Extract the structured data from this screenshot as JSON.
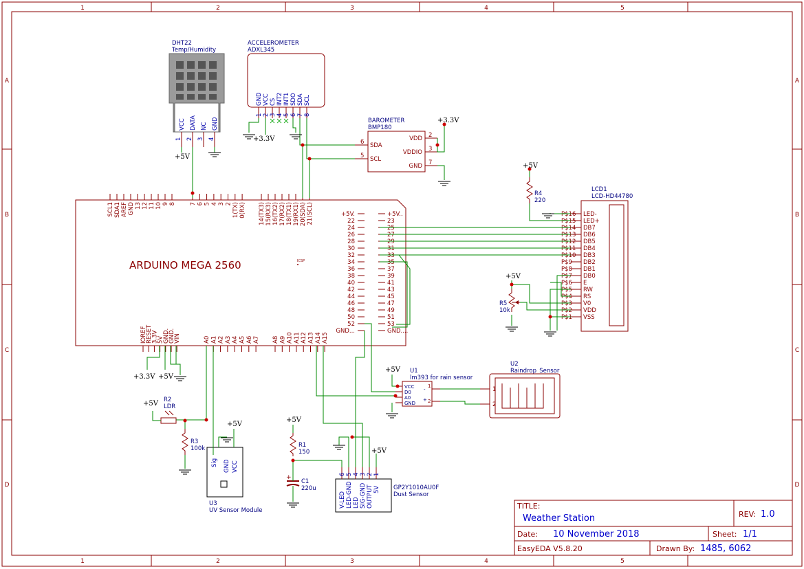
{
  "frame": {
    "columns": [
      "1",
      "2",
      "3",
      "4",
      "5"
    ],
    "rows": [
      "A",
      "B",
      "C",
      "D"
    ]
  },
  "title_block": {
    "title_label": "TITLE:",
    "title": "Weather Station",
    "rev_label": "REV:",
    "rev": "1.0",
    "date_label": "Date:",
    "date": "10 November 2018",
    "sheet_label": "Sheet:",
    "sheet": "1/1",
    "software": "EasyEDA V5.8.20",
    "drawn_label": "Drawn By:",
    "drawn_by": "1485, 6062"
  },
  "arduino": {
    "name": "ARDUINO MEGA 2560",
    "icsp": "ICSP",
    "top_pins_left": [
      "SCL1",
      "SDA1",
      "AREF",
      "GND",
      "13",
      "12",
      "11",
      "10",
      "9",
      "8"
    ],
    "top_pins_mid": [
      "7",
      "6",
      "5",
      "4",
      "3",
      "2",
      "1(TX)",
      "0(RX)"
    ],
    "top_pins_right": [
      "14(TX3)",
      "15(RX3)",
      "16(TX2)",
      "17(RX2)",
      "18(TX1)",
      "19(RX1)",
      "20(SDA)",
      "21(SCL)"
    ],
    "bottom_pins_power": [
      "IOREF",
      "RESET",
      "3.3V",
      "5V",
      "GND.",
      "GND.",
      "VIN"
    ],
    "bottom_pins_analog_a": [
      "A0",
      "A1",
      "A2",
      "A3",
      "A4",
      "A5",
      "A6",
      "A7"
    ],
    "bottom_pins_analog_b": [
      "A8",
      "A9",
      "A10",
      "A11",
      "A12",
      "A13",
      "A14",
      "A15"
    ],
    "right_pins_left": [
      "+5V.",
      "22",
      "24",
      "26",
      "28",
      "30",
      "32",
      "34",
      "36",
      "38",
      "40",
      "42",
      "44",
      "46",
      "48",
      "50",
      "52",
      "GND..."
    ],
    "right_pins_right": [
      "+5V..",
      "23",
      "25",
      "27",
      "29",
      "31",
      "33",
      "35",
      "37",
      "39",
      "41",
      "43",
      "45",
      "47",
      "49",
      "51",
      "53",
      "GND...."
    ]
  },
  "dht22": {
    "name": "DHT22",
    "value": "Temp/Humidity",
    "pins": [
      "VCC",
      "DATA",
      "NC",
      "GND"
    ],
    "nums": [
      "1",
      "2",
      "3",
      "4"
    ]
  },
  "accel": {
    "name": "ACCELEROMETER",
    "value": "ADXL345",
    "pins": [
      "GND",
      "VCC",
      "CS",
      "INT2",
      "INT1",
      "SDO",
      "SDA",
      "SCL"
    ],
    "nums": [
      "1",
      "2",
      "3",
      "4",
      "5",
      "6",
      "7",
      "8"
    ]
  },
  "baro": {
    "name": "BAROMETER",
    "value": "BMP180",
    "left_pins": [
      "SDA",
      "SCL"
    ],
    "left_nums": [
      "6",
      "5"
    ],
    "right_pins": [
      "VDD",
      "VDDIO",
      "GND"
    ],
    "right_nums": [
      "2",
      "3",
      "7"
    ]
  },
  "lcd": {
    "name": "LCD1",
    "value": "LCD-HD44780",
    "pins": [
      "LED-",
      "LED+",
      "DB7",
      "DB6",
      "DB5",
      "DB4",
      "DB3",
      "DB2",
      "DB1",
      "DB0",
      "E",
      "RW",
      "RS",
      "V0",
      "VDD",
      "VSS"
    ],
    "nets": [
      "P$16",
      "P$15",
      "P$14",
      "P$13",
      "P$12",
      "P$11",
      "P$10",
      "P$9",
      "P$8",
      "P$7",
      "P$6",
      "P$5",
      "P$4",
      "P$3",
      "P$2",
      "P$1"
    ]
  },
  "r4": {
    "name": "R4",
    "value": "220"
  },
  "r5": {
    "name": "R5",
    "value": "10k"
  },
  "r2": {
    "name": "R2",
    "value": "LDR"
  },
  "r3": {
    "name": "R3",
    "value": "100k"
  },
  "r1": {
    "name": "R1",
    "value": "150"
  },
  "c1": {
    "name": "C1",
    "value": "220u"
  },
  "u1": {
    "name": "U1",
    "value": "lm393 for rain sensor",
    "pins": [
      "VCC",
      "D0",
      "A0",
      "GND"
    ],
    "right_nums": [
      "1",
      "2"
    ],
    "minus": "-",
    "plus": "+"
  },
  "u2": {
    "name": "U2",
    "value": "Raindrop_Sensor",
    "nums": [
      "1",
      "2"
    ]
  },
  "u3": {
    "name": "U3",
    "value": "UV Sensor Module",
    "pins": [
      "Sig",
      "GND",
      "VCC"
    ]
  },
  "dust": {
    "value": "GP2Y1010AU0F",
    "value2": "Dust Sensor",
    "pins": [
      "V-LED",
      "LED-GND",
      "LED",
      "SIG-GND",
      "OUTPUT",
      "5V"
    ],
    "nums": [
      "6",
      "5",
      "4",
      "3",
      "2",
      "1"
    ]
  },
  "power": {
    "p5v": "+5V",
    "p33v": "+3.3V"
  }
}
